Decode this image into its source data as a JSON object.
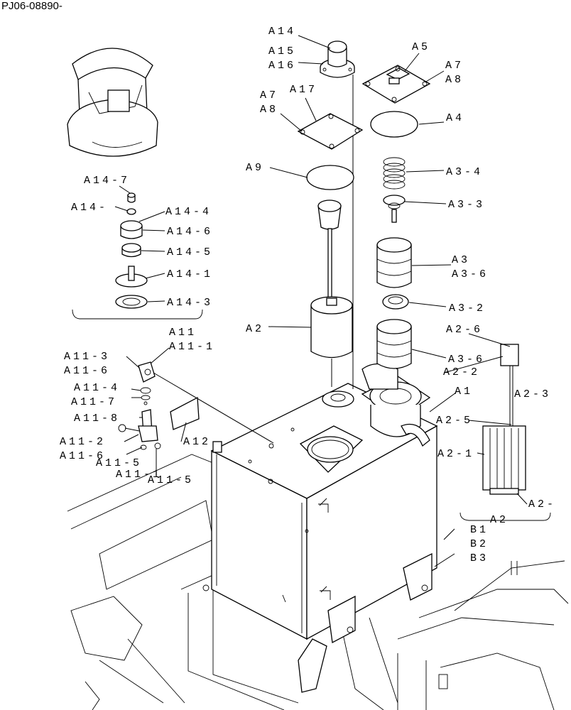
{
  "document_code": "PJ06-08890-",
  "labels": {
    "a14": "A14",
    "a15": "A15",
    "a16": "A16",
    "a5": "A5",
    "a7_top": "A7",
    "a8_top": "A8",
    "a7_left": "A7",
    "a17": "A17",
    "a8_left": "A8",
    "a4": "A4",
    "a9": "A9",
    "a3_4": "A3-4",
    "a3_3": "A3-3",
    "a3": "A3",
    "a3_6_top": "A3-6",
    "a3_2": "A3-2",
    "a2": "A2",
    "a2_6": "A2-6",
    "a3_6_low": "A3-6",
    "a2_2": "A2-2",
    "a1": "A1",
    "a2_3": "A2-3",
    "a2_5": "A2-5",
    "a2_1": "A2-1",
    "a2_bottom": "A2-",
    "a2_group": "A2",
    "b1": "B1",
    "b2": "B2",
    "b3": "B3",
    "a14_7": "A14-7",
    "a14_2": "A14-",
    "a14_4": "A14-4",
    "a14_6": "A14-6",
    "a14_5": "A14-5",
    "a14_1": "A14-1",
    "a14_3": "A14-3",
    "a11": "A11",
    "a11_1": "A11-1",
    "a11_3": "A11-3",
    "a11_6": "A11-6",
    "a11_4": "A11-4",
    "a11_7": "A11-7",
    "a11_8": "A11-8",
    "a11_2": "A11-2",
    "a11_6b": "A11-6",
    "a11_5": "A11-5",
    "a11_1b": "A11-1",
    "a11_5b": "A11-5",
    "a12": "A12"
  }
}
